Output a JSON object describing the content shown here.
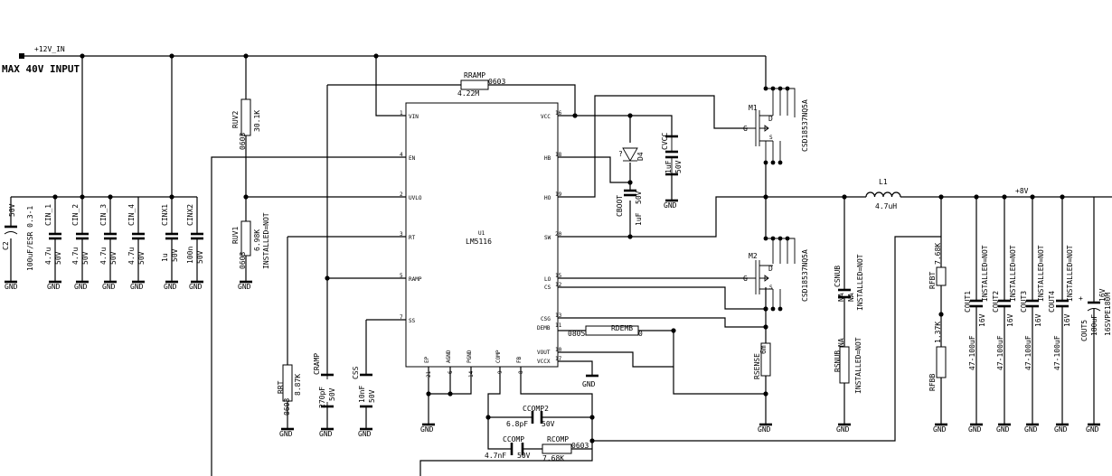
{
  "input": {
    "net": "+12V_IN",
    "note": "MAX 40V INPUT"
  },
  "gnd": "GND",
  "c2": {
    "ref": "C2",
    "value": "100uF/ESR 0.3-1",
    "voltage": "50V"
  },
  "cin1": {
    "ref": "CIN_1",
    "value": "4.7u",
    "voltage": "50V"
  },
  "cin2": {
    "ref": "CIN_2",
    "value": "4.7u",
    "voltage": "50V"
  },
  "cin3": {
    "ref": "CIN_3",
    "value": "4.7u",
    "voltage": "50V"
  },
  "cin4": {
    "ref": "CIN_4",
    "value": "4.7u",
    "voltage": "50V"
  },
  "cinx1": {
    "ref": "CINX1",
    "value": "1u",
    "voltage": "50V"
  },
  "cinx2": {
    "ref": "CINX2",
    "value": "100n",
    "voltage": "50V"
  },
  "ruv2": {
    "ref": "RUV2",
    "value": "30.1K",
    "pkg": "0603"
  },
  "ruv1": {
    "ref": "RUV1",
    "value": "6.98K",
    "pkg": "0603",
    "note": "INSTALLED=NOT"
  },
  "rramp": {
    "ref": "RRAMP",
    "value": "4.22M",
    "pkg": "0603"
  },
  "rt": {
    "ref": "RRT",
    "value": "8.87K",
    "pkg": "0603"
  },
  "cramp": {
    "ref": "CRAMP",
    "value": "270pF",
    "voltage": "50V"
  },
  "css": {
    "ref": "CSS",
    "value": "10nF",
    "voltage": "50V"
  },
  "ic": {
    "ref": "U1",
    "part": "LM5116",
    "left_pins": [
      {
        "num": "1",
        "name": "VIN"
      },
      {
        "num": "4",
        "name": "EN"
      },
      {
        "num": "2",
        "name": "UVLO"
      },
      {
        "num": "3",
        "name": "RT"
      },
      {
        "num": "5",
        "name": "RAMP"
      },
      {
        "num": "7",
        "name": "SS"
      }
    ],
    "right_pins": [
      {
        "num": "16",
        "name": "VCC"
      },
      {
        "num": "18",
        "name": "HB"
      },
      {
        "num": "19",
        "name": "HO"
      },
      {
        "num": "20",
        "name": "SW"
      },
      {
        "num": "15",
        "name": "LO"
      },
      {
        "num": "12",
        "name": "CS"
      },
      {
        "num": "13",
        "name": "CSG"
      },
      {
        "num": "11",
        "name": "DEMB"
      },
      {
        "num": "10",
        "name": "VOUT"
      },
      {
        "num": "17",
        "name": "VCCX"
      }
    ],
    "bottom_pins": [
      {
        "num": "21",
        "name": "EP"
      },
      {
        "num": "6",
        "name": "AGND"
      },
      {
        "num": "14",
        "name": "PGND"
      },
      {
        "num": "9",
        "name": "COMP"
      },
      {
        "num": "8",
        "name": "FB"
      }
    ]
  },
  "d4": {
    "ref": "D4",
    "mark": "?"
  },
  "cvcc": {
    "ref": "CVCC",
    "value": "1uF",
    "voltage": "50V"
  },
  "cboot": {
    "ref": "CBOOT",
    "value": "1uF",
    "voltage": "50V"
  },
  "m1": {
    "ref": "M1",
    "part": "CSD18537NQ5A",
    "pin_g": "G",
    "pin_d": "D",
    "pin_s": "S"
  },
  "m2": {
    "ref": "M2",
    "part": "CSD18537NQ5A",
    "pin_g": "G",
    "pin_d": "D",
    "pin_s": "S"
  },
  "rdemb": {
    "ref": "RDEMB",
    "value": "0",
    "pkg": "0805"
  },
  "rsense": {
    "ref": "RSENSE",
    "value": "6m"
  },
  "ccomp2": {
    "ref": "CCOMP2",
    "value": "6.8pF",
    "voltage": "50V"
  },
  "ccomp": {
    "ref": "CCOMP",
    "value": "4.7nF",
    "voltage": "50V"
  },
  "rcomp": {
    "ref": "RCOMP",
    "value": "7.68K",
    "pkg": "0603"
  },
  "l1": {
    "ref": "L1",
    "value": "4.7uH"
  },
  "csnub": {
    "ref": "CSNUB",
    "value": "NA",
    "value2": "NA",
    "note": "INSTALLED=NOT"
  },
  "rsnub": {
    "ref": "RSNUB",
    "value": "NA",
    "note": "INSTALLED=NOT"
  },
  "rfbt": {
    "ref": "RFBT",
    "value": "7.68K"
  },
  "rfbb": {
    "ref": "RFBB",
    "value": "1.37K"
  },
  "output": {
    "net": "+8V"
  },
  "cout1": {
    "ref": "COUT1",
    "value": "47-100uF",
    "voltage": "16V",
    "note": "INSTALLED=NOT"
  },
  "cout2": {
    "ref": "COUT2",
    "value": "47-100uF",
    "voltage": "16V",
    "note": "INSTALLED=NOT"
  },
  "cout3": {
    "ref": "COUT3",
    "value": "47-100uF",
    "voltage": "16V",
    "note": "INSTALLED=NOT"
  },
  "cout4": {
    "ref": "COUT4",
    "value": "47-100uF",
    "voltage": "16V",
    "note": "INSTALLED=NOT"
  },
  "cout5": {
    "ref": "COUT5",
    "value": "180uF",
    "voltage": "16V",
    "part": "16SVPE180M",
    "polarity": "+"
  }
}
